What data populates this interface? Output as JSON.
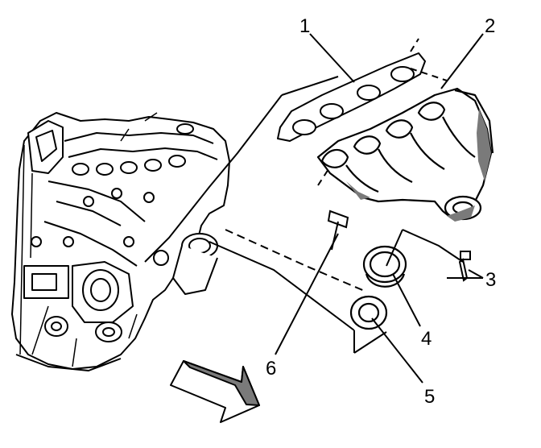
{
  "diagram": {
    "callouts": [
      {
        "id": "1",
        "label": "1"
      },
      {
        "id": "2",
        "label": "2"
      },
      {
        "id": "3",
        "label": "3"
      },
      {
        "id": "4",
        "label": "4"
      },
      {
        "id": "5",
        "label": "5"
      },
      {
        "id": "6",
        "label": "6"
      }
    ],
    "colors": {
      "line": "#000000",
      "fill": "#ffffff",
      "shade": "#7a7a7a"
    }
  }
}
